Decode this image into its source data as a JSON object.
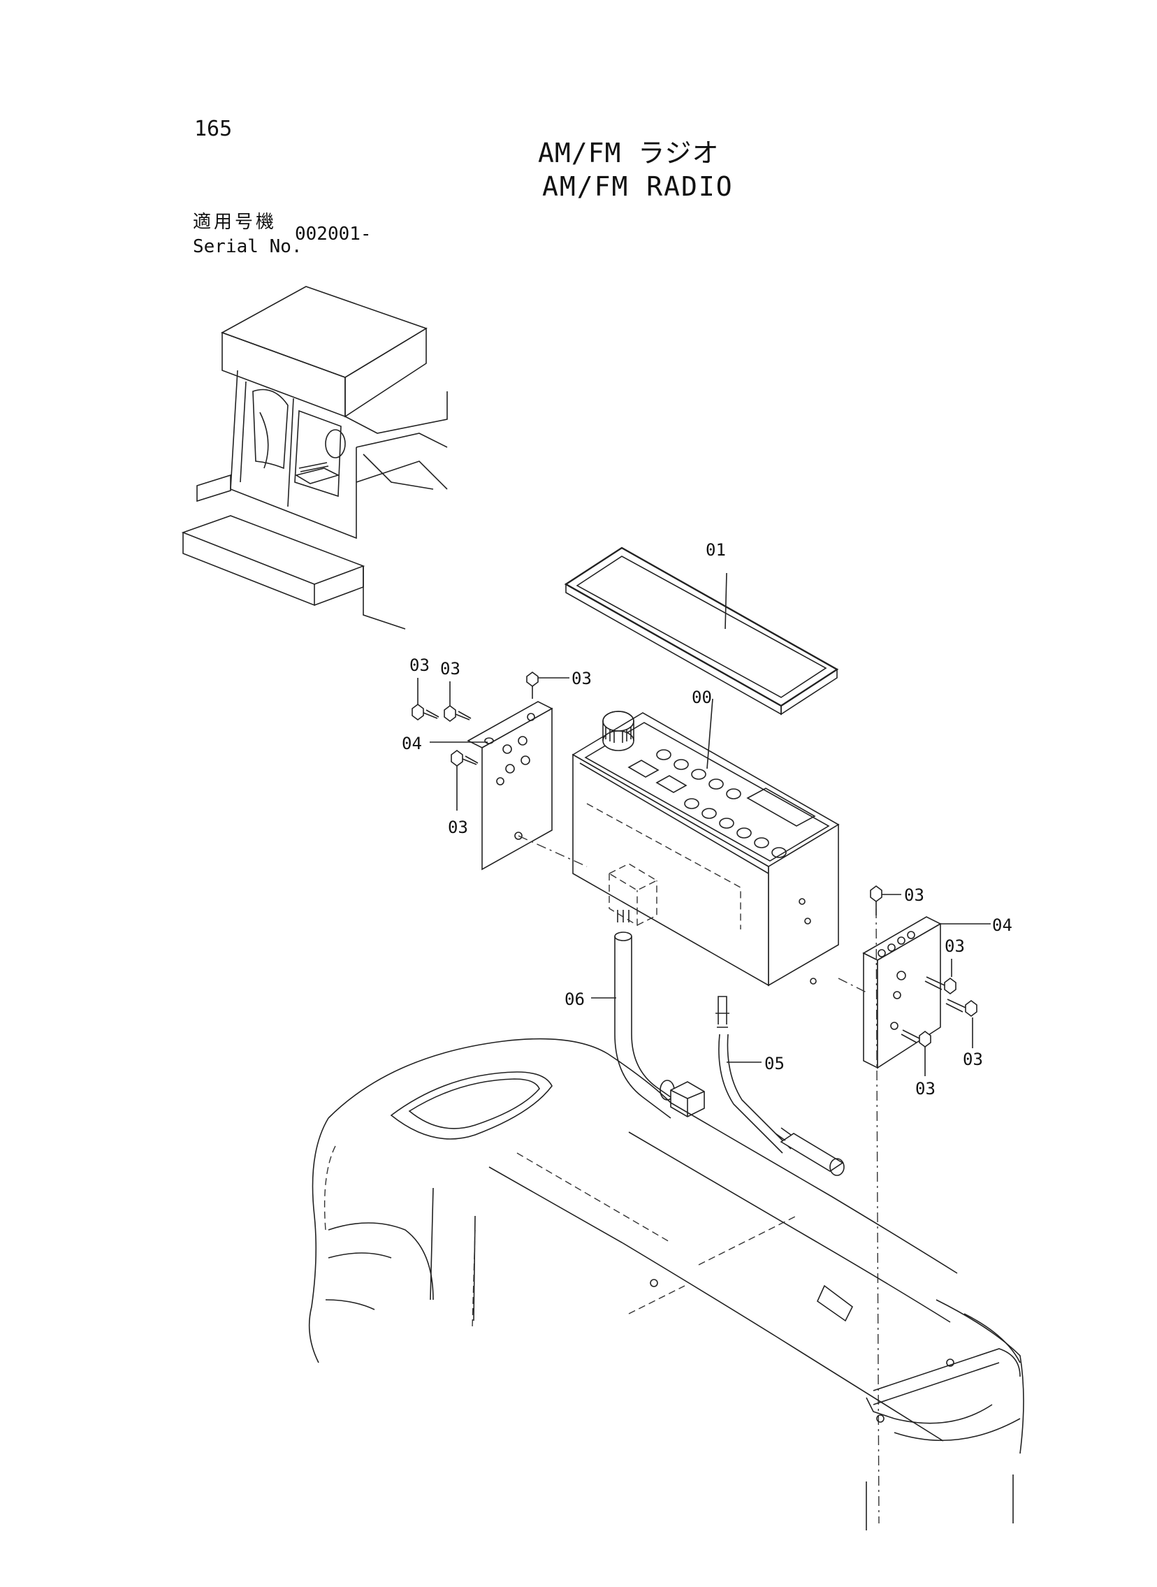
{
  "header": {
    "page_number": "165",
    "title_jp": "AM/FM ラジオ",
    "title_en": "AM/FM RADIO",
    "serial_label_jp": "適用号機",
    "serial_label_en": "Serial No.",
    "serial_value": "002001-"
  },
  "callouts": {
    "c00": "00",
    "c01": "01",
    "c03a": "03",
    "c03b": "03",
    "c03c": "03",
    "c03d": "03",
    "c03e": "03",
    "c03f": "03",
    "c03g": "03",
    "c03h": "03",
    "c04a": "04",
    "c04b": "04",
    "c05": "05",
    "c06": "06"
  },
  "colors": {
    "line": "#222222",
    "background": "#ffffff"
  }
}
